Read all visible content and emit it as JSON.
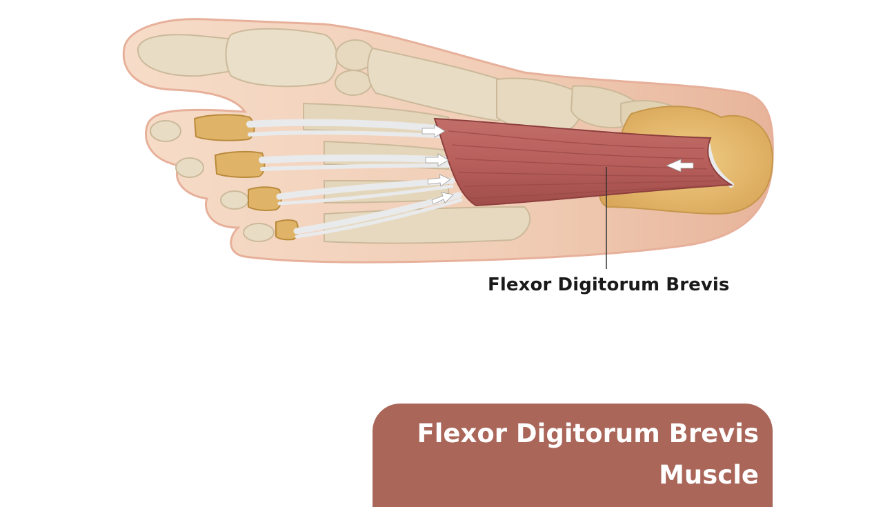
{
  "diagram": {
    "callout_label": "Flexor Digitorum Brevis",
    "colors": {
      "skin": "#f1cdb6",
      "skin_edge": "#e3a98c",
      "bone": "#e8dcc4",
      "bone_shadow": "#cbb99a",
      "highlighted_bone": "#e0b468",
      "muscle": "#b85f5b",
      "muscle_dark": "#9c4a48",
      "tendon": "#e9eaec",
      "arrow": "#ffffff",
      "leader_line": "#333333"
    },
    "icons": [
      "arrow-right-icon",
      "arrow-left-icon"
    ]
  },
  "banner": {
    "line1": "Flexor Digitorum Brevis",
    "line2": "Muscle",
    "color": "#a96659"
  }
}
